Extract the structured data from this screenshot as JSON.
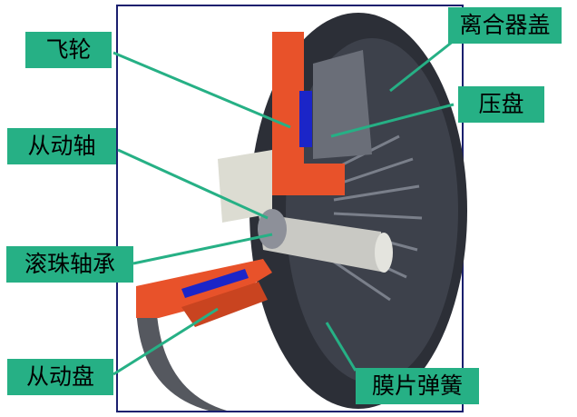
{
  "labels": {
    "flywheel": "飞轮",
    "driven_shaft": "从动轴",
    "ball_bearing": "滚珠轴承",
    "driven_disc": "从动盘",
    "clutch_cover": "离合器盖",
    "pressure_plate": "压盘",
    "diaphragm_spring": "膜片弹簧"
  },
  "colors": {
    "label_bg": "#26b085",
    "leader_line": "#26b085",
    "frame": "#1a1f6e",
    "housing_dark": "#2c2f37",
    "section_orange": "#e8522a",
    "friction_blue": "#1b25c8",
    "shaft_gray": "#c9c9c4"
  }
}
